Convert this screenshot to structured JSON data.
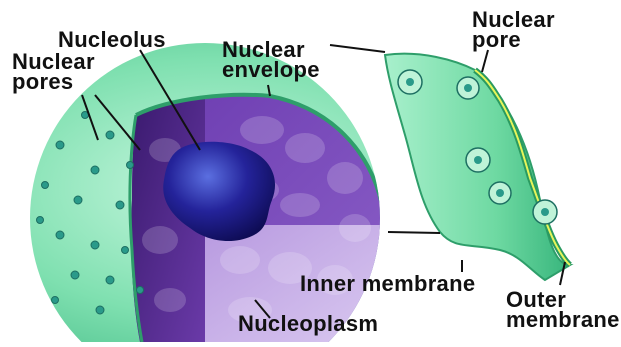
{
  "labels": {
    "nucleolus": "Nucleolus",
    "nuclear_pores": [
      "Nuclear",
      "pores"
    ],
    "nuclear_envelope": [
      "Nuclear",
      "envelope"
    ],
    "nuclear_pore": [
      "Nuclear",
      "pore"
    ],
    "inner_membrane": "Inner membrane",
    "outer_membrane": [
      "Outer",
      "membrane"
    ],
    "nucleoplasm": "Nucleoplasm"
  },
  "colors": {
    "envelope_green": "#7fe0b0",
    "nucleoplasm_purple": "#5a2a9a",
    "nucleolus_blue": "#1f1a7a",
    "label_text": "#111111"
  }
}
